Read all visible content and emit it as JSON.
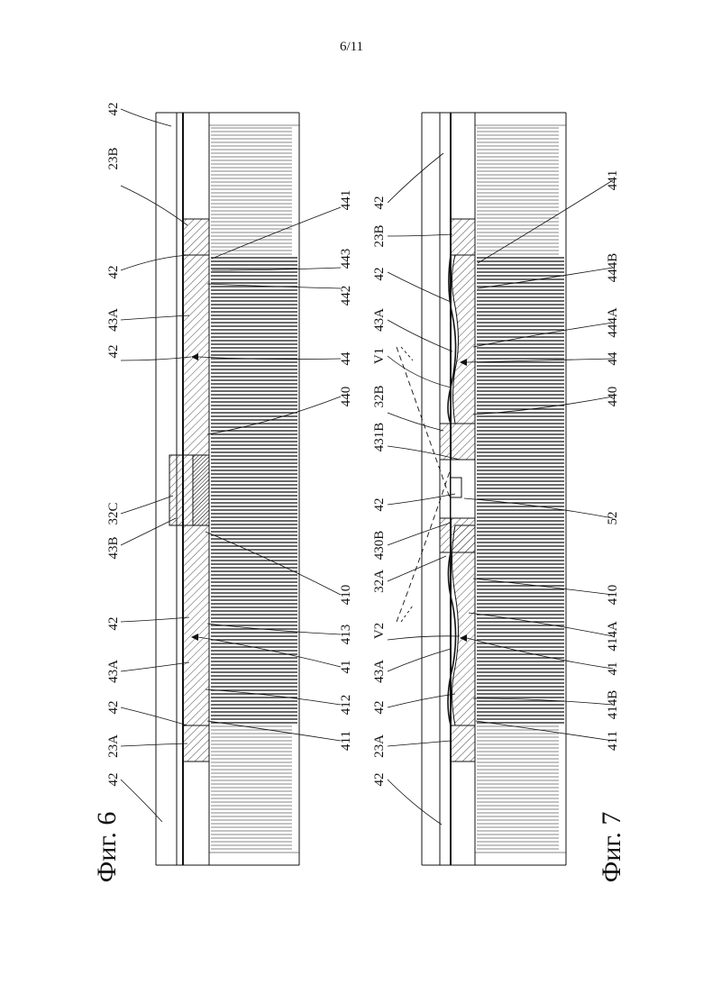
{
  "page": {
    "number": "6/11"
  },
  "fig6": {
    "caption": "Фиг. 6",
    "labels": [
      "42",
      "23B",
      "441",
      "42",
      "443",
      "442",
      "43A",
      "42",
      "44",
      "440",
      "32C",
      "43B",
      "410",
      "42",
      "413",
      "43A",
      "41",
      "412",
      "42",
      "23A",
      "411",
      "42"
    ]
  },
  "fig7": {
    "caption": "Фиг. 7",
    "labels": [
      "42",
      "441",
      "23B",
      "42",
      "444B",
      "43A",
      "444A",
      "V1",
      "44",
      "32B",
      "440",
      "431B",
      "42",
      "52",
      "430B",
      "32A",
      "410",
      "V2",
      "414A",
      "43A",
      "41",
      "42",
      "414B",
      "23A",
      "411",
      "42"
    ]
  }
}
